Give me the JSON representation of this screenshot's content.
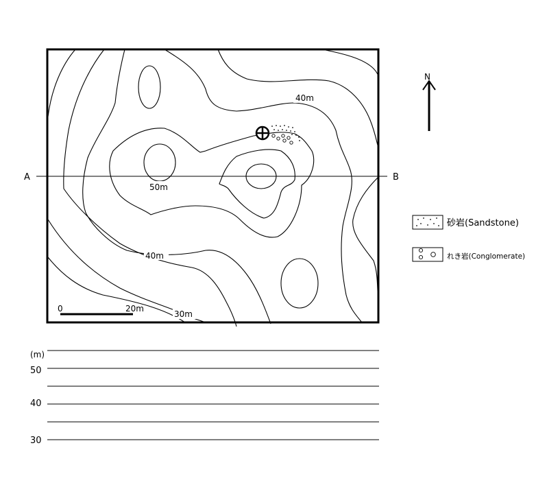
{
  "map": {
    "contour_labels": {
      "c40_top": "40m",
      "c50": "50m",
      "c40_bottom": "40m",
      "c30": "30m"
    },
    "section_endpoints": {
      "a": "A",
      "b": "B"
    },
    "north": "N",
    "scale": {
      "start": "0",
      "end": "20m"
    }
  },
  "legend": {
    "sandstone": "砂岩(Sandstone)",
    "conglomerate": "れき岩(Conglomerate)"
  },
  "profile": {
    "unit": "(m)",
    "ticks": [
      "50",
      "40",
      "30"
    ]
  }
}
